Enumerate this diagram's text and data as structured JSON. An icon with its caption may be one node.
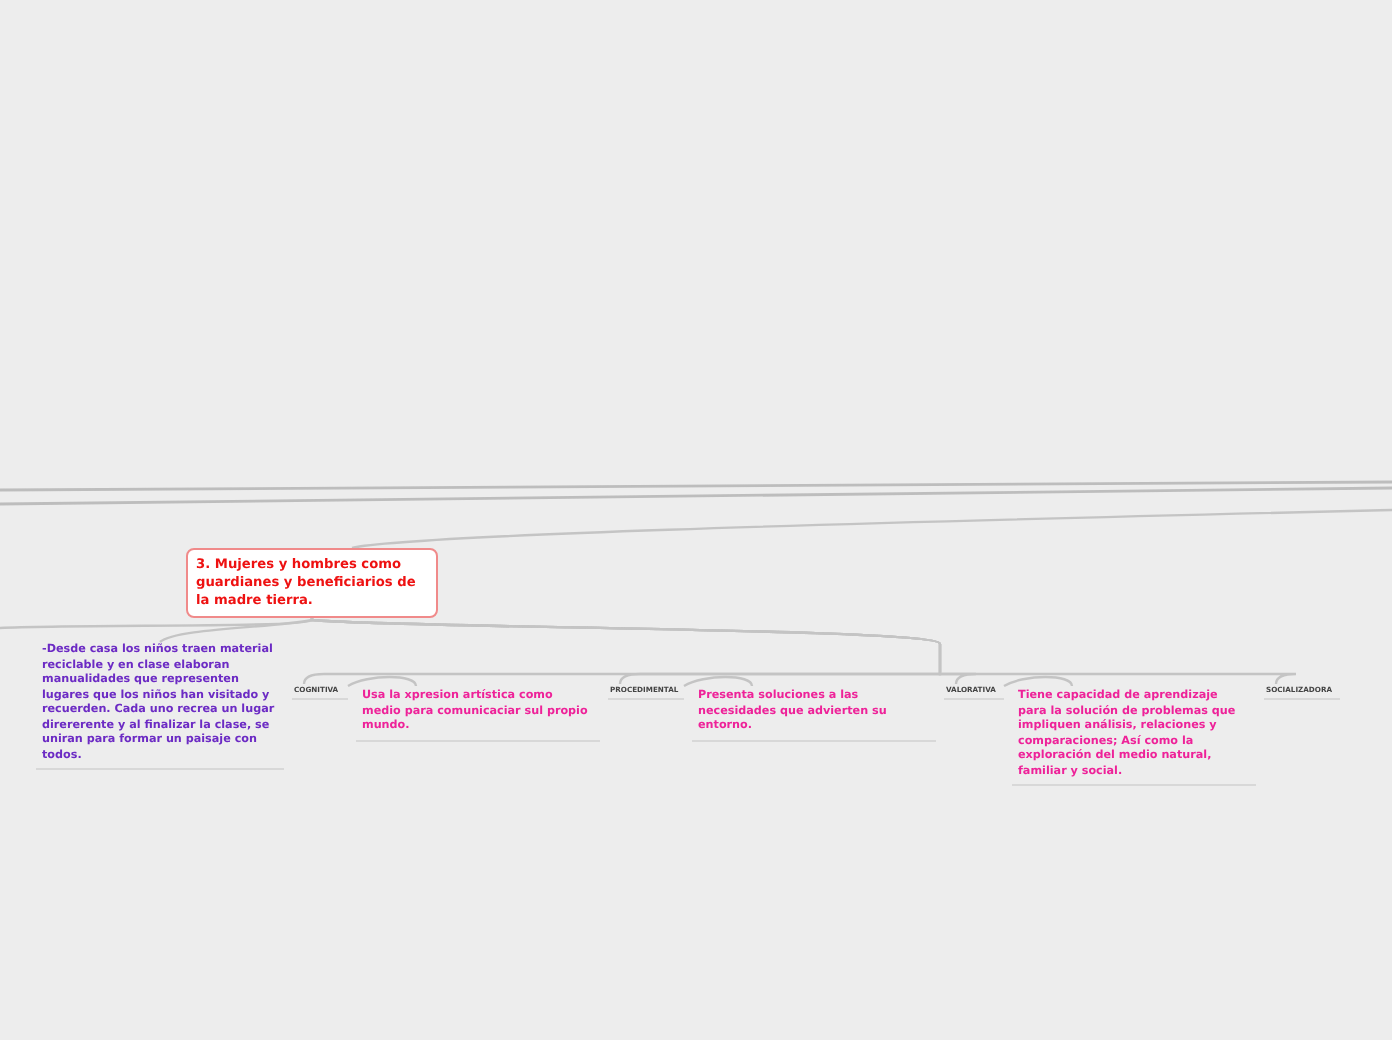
{
  "diagram": {
    "nodes": [
      {
        "text": [
          "3. Mujeres y hombres como guardianes y beneficiarios de la madre tierra."
        ]
      },
      {
        "text": [
          "-Desde casa los niños traen material reciclable y en clase elaboran manualidades que representen lugares que los niños han visitado y recuerden. Cada uno recrea un lugar dirererente y al finalizar la clase, se uniran para formar un paisaje con todos."
        ]
      },
      {
        "text": [
          "COGNITIVA"
        ]
      },
      {
        "text": [
          "Usa la xpresion artística como medio para comunicaciar sul propio mundo."
        ]
      },
      {
        "text": [
          "PROCEDIMENTAL"
        ]
      },
      {
        "text": [
          "Presenta soluciones a las necesidades que advierten su entorno."
        ]
      },
      {
        "text": [
          "VALORATIVA"
        ]
      },
      {
        "text": [
          "Tiene capacidad de aprendizaje para la solución de problemas que impliquen análisis, relaciones y comparaciones; Así como la exploración del medio natural, familiar y social."
        ]
      },
      {
        "text": [
          "SOCIALIZADORA"
        ]
      }
    ],
    "edges": [
      {
        "from": null,
        "to": 0,
        "arrow": "none"
      },
      {
        "from": 0,
        "to": null,
        "arrow": "none"
      },
      {
        "from": 0,
        "to": 1,
        "arrow": "none"
      },
      {
        "from": 0,
        "to": 2,
        "arrow": "none"
      },
      {
        "from": 2,
        "to": 3,
        "arrow": "none"
      },
      {
        "from": 0,
        "to": 4,
        "arrow": "none"
      },
      {
        "from": 4,
        "to": 5,
        "arrow": "none"
      },
      {
        "from": 0,
        "to": 6,
        "arrow": "none"
      },
      {
        "from": 6,
        "to": 7,
        "arrow": "none"
      },
      {
        "from": 0,
        "to": 8,
        "arrow": "none"
      }
    ]
  }
}
